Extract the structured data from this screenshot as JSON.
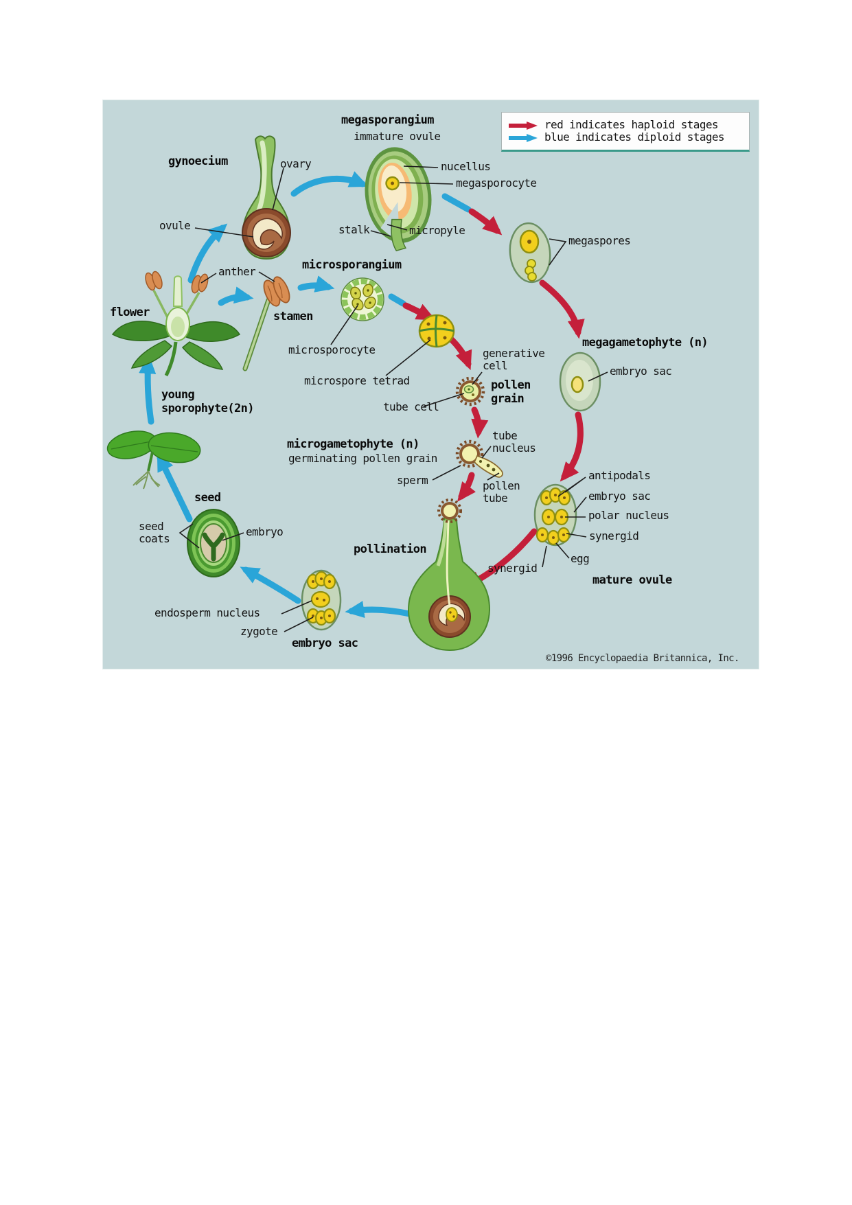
{
  "diagram": {
    "background_color": "#c3d7d9",
    "copyright": "©1996 Encyclopaedia Britannica, Inc.",
    "legend": {
      "red_label": "red indicates haploid stages",
      "blue_label": "blue indicates diploid stages",
      "red_color": "#c41f3a",
      "blue_color": "#2aa5d8"
    },
    "labels": {
      "megasporangium": "megasporangium",
      "immature_ovule": "immature ovule",
      "gynoecium": "gynoecium",
      "ovary": "ovary",
      "ovule": "ovule",
      "nucellus": "nucellus",
      "megasporocyte": "megasporocyte",
      "stalk": "stalk",
      "micropyle": "micropyle",
      "megaspores": "megaspores",
      "anther": "anther",
      "flower": "flower",
      "stamen": "stamen",
      "microsporangium": "microsporangium",
      "microsporocyte": "microsporocyte",
      "microspore_tetrad": "microspore tetrad",
      "generative_cell": "generative cell",
      "pollen_grain": "pollen grain",
      "tube_cell": "tube cell",
      "megagametophyte": "megagametophyte (n)",
      "embryo_sac_megagametophyte": "embryo sac",
      "young_sporophyte": "young sporophyte(2n)",
      "microgametophyte": "microgametophyte (n)",
      "germinating_pollen_grain": "germinating pollen grain",
      "tube_nucleus": "tube nucleus",
      "sperm": "sperm",
      "pollen_tube": "pollen tube",
      "seed": "seed",
      "seed_coats": "seed coats",
      "embryo": "embryo",
      "pollination": "pollination",
      "antipodals": "antipodals",
      "embryo_sac_mature": "embryo sac",
      "polar_nucleus": "polar nucleus",
      "synergid_upper": "synergid",
      "egg": "egg",
      "synergid_lower": "synergid",
      "mature_ovule": "mature ovule",
      "endosperm_nucleus": "endosperm nucleus",
      "zygote": "zygote",
      "embryo_sac_bottom": "embryo sac"
    }
  }
}
